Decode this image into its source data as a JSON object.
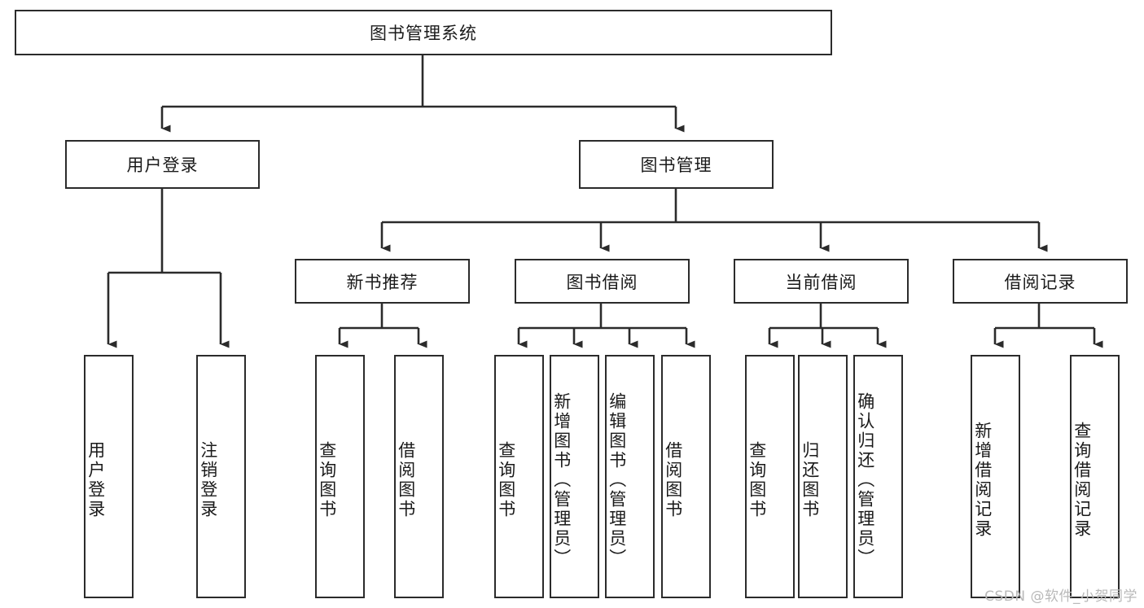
{
  "diagram": {
    "type": "tree-hierarchy-chart",
    "title": "图书管理系统",
    "watermark": "CSDN @软件_小贺同学",
    "colors": {
      "stroke": "#2b2b2b",
      "fill": "#ffffff",
      "text": "#1a1a1a",
      "watermark": "#b9b9b9"
    },
    "root": {
      "label": "图书管理系统"
    },
    "level2": [
      {
        "label": "用户登录"
      },
      {
        "label": "图书管理"
      }
    ],
    "level3": [
      {
        "label": "新书推荐"
      },
      {
        "label": "图书借阅"
      },
      {
        "label": "当前借阅"
      },
      {
        "label": "借阅记录"
      }
    ],
    "leaves": {
      "user_login": [
        {
          "label": "用户登录"
        },
        {
          "label": "注销登录"
        }
      ],
      "new_book_recommend": [
        {
          "label": "查询图书"
        },
        {
          "label": "借阅图书"
        }
      ],
      "book_borrow": [
        {
          "label": "查询图书"
        },
        {
          "label": "新增图书（管理员）"
        },
        {
          "label": "编辑图书（管理员）"
        },
        {
          "label": "借阅图书"
        }
      ],
      "current_borrow": [
        {
          "label": "查询图书"
        },
        {
          "label": "归还图书"
        },
        {
          "label": "确认归还（管理员）"
        }
      ],
      "borrow_record": [
        {
          "label": "新增借阅记录"
        },
        {
          "label": "查询借阅记录"
        }
      ]
    }
  }
}
